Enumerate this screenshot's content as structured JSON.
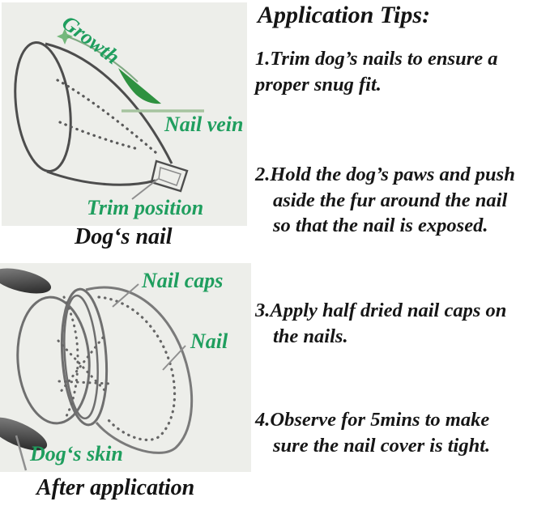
{
  "diagram_top": {
    "labels": {
      "growth": "Growth",
      "nail_vein": "Nail vein",
      "trim_position": "Trim position"
    },
    "caption": "Dog‘s nail"
  },
  "diagram_bottom": {
    "labels": {
      "nail_caps": "Nail caps",
      "nail": "Nail",
      "dogs_skin": "Dog‘s skin"
    },
    "caption": "After application"
  },
  "tips": {
    "heading": "Application Tips:",
    "items": [
      {
        "text": "1.Trim dog’s nails to ensure a\nproper snug fit."
      },
      {
        "text": "2.Hold the dog’s paws and push\naside the fur around the nail\nso that the nail is exposed."
      },
      {
        "text": "3.Apply half dried nail caps on\nthe nails."
      },
      {
        "text": "4.Observe for 5mins to make\nsure the nail cover is tight."
      }
    ]
  },
  "colors": {
    "label_green": "#1f9e5e",
    "arrow_green": "#2e9140",
    "text_black": "#161616",
    "diagram_background": "#edeeea",
    "line_gray": "#4d4d4d"
  }
}
